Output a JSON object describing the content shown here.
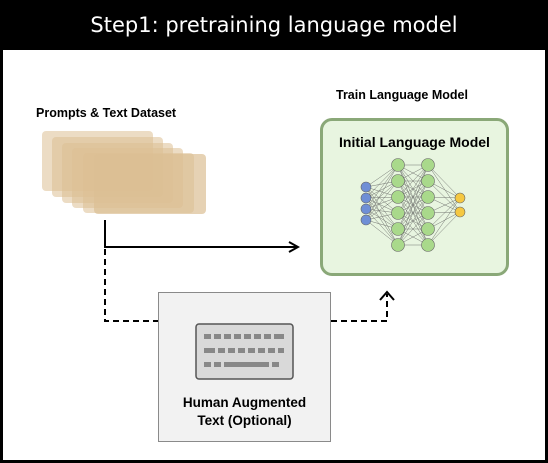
{
  "header": {
    "title": "Step1: pretraining language model"
  },
  "dataset": {
    "label": "Prompts & Text Dataset"
  },
  "train": {
    "label": "Train Language Model"
  },
  "model": {
    "title": "Initial Language Model"
  },
  "human": {
    "line1": "Human Augmented",
    "line2": "Text (Optional)"
  },
  "icons": {
    "dataset": "stacked-documents-icon",
    "network": "neural-network-icon",
    "keyboard": "keyboard-icon"
  },
  "colors": {
    "dataset_fill": "#dcbf94",
    "model_fill": "#e8f5e0",
    "model_border": "#8aa878",
    "input_node": "#6f8fd6",
    "hidden_node": "#a9d98b",
    "output_node": "#f5c842"
  }
}
